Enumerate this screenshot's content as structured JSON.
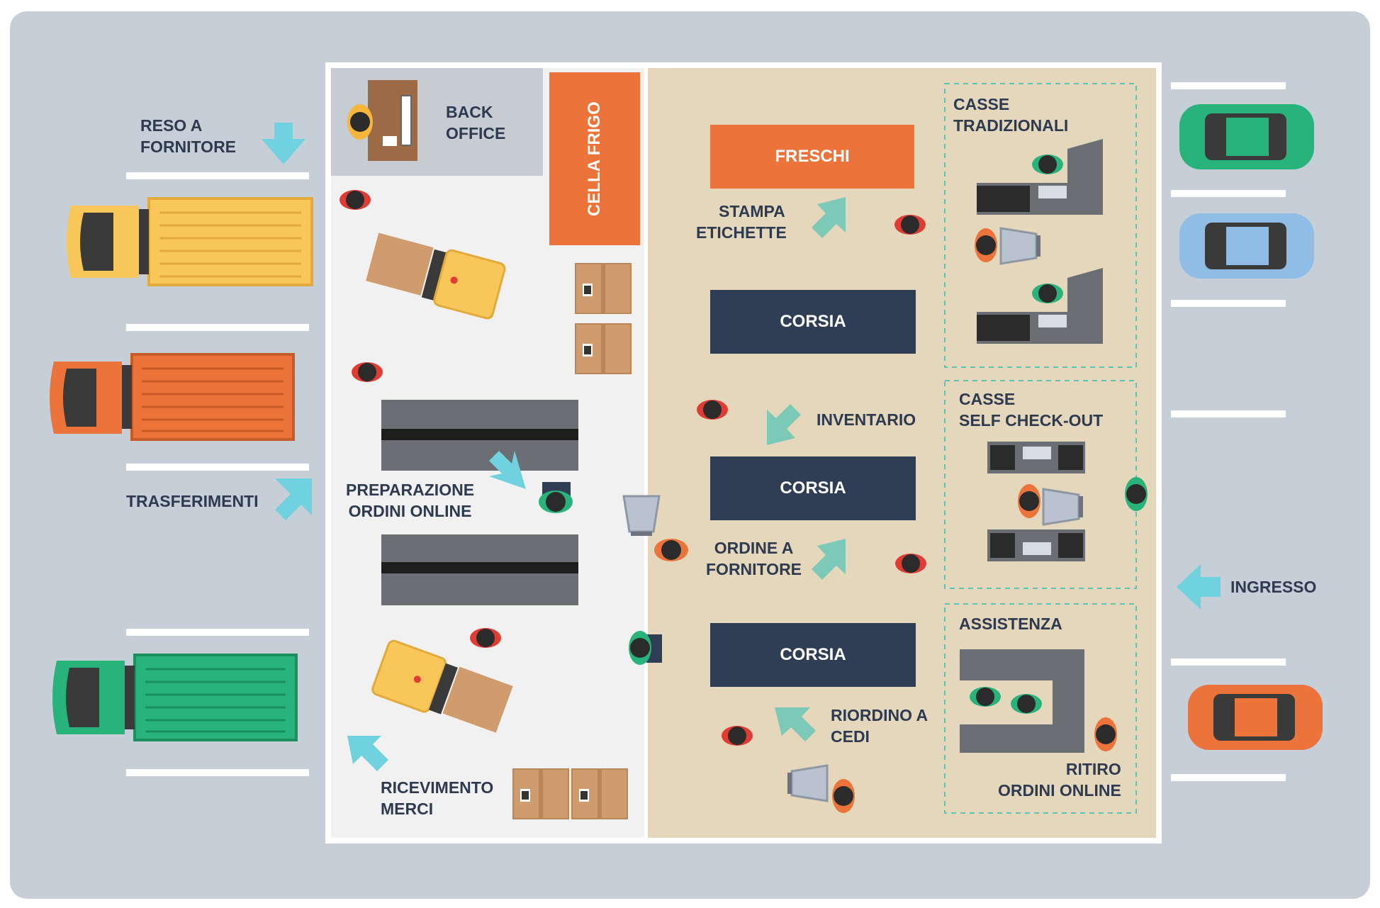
{
  "colors": {
    "background_frame": "#c6ced7",
    "store_back": "#f1f1f2",
    "back_office": "#c7ccd3",
    "sales_floor": "#e4d7bc",
    "frigo": "#ec743a",
    "freschi": "#ec743a",
    "corsia": "#2f3d55",
    "arrow": "#7cc9b8",
    "arrow_light": "#6fd2de",
    "label": "#2d3a50",
    "truck_yellow": "#f9c659",
    "truck_orange": "#ec743a",
    "truck_green": "#27b37a",
    "car_blue": "#8fbde6",
    "dashed_border": "#5cc5ba"
  },
  "labels": {
    "reso_a_fornitore": [
      "RESO A",
      "FORNITORE"
    ],
    "trasferimenti": "TRASFERIMENTI",
    "back_office": [
      "BACK",
      "OFFICE"
    ],
    "cella_frigo": "CELLA FRIGO",
    "preparazione_ordini_online": [
      "PREPARAZIONE",
      "ORDINI ONLINE"
    ],
    "ricevimento_merci": [
      "RICEVIMENTO",
      "MERCI"
    ],
    "freschi": "FRESCHI",
    "stampa_etichette": [
      "STAMPA",
      "ETICHETTE"
    ],
    "corsia_1": "CORSIA",
    "corsia_2": "CORSIA",
    "corsia_3": "CORSIA",
    "inventario": "INVENTARIO",
    "ordine_a_fornitore": [
      "ORDINE A",
      "FORNITORE"
    ],
    "riordino_a_cedi": [
      "RIORDINO A",
      "CEDI"
    ],
    "casse_tradizionali": [
      "CASSE",
      "TRADIZIONALI"
    ],
    "casse_self_checkout": [
      "CASSE",
      "SELF CHECK-OUT"
    ],
    "assistenza": "ASSISTENZA",
    "ritiro_ordini_online": [
      "RITIRO",
      "ORDINI ONLINE"
    ],
    "ingresso": "INGRESSO"
  },
  "icons": [
    "truck-icon",
    "car-icon",
    "forklift-icon",
    "box-icon",
    "worker-icon",
    "handheld-scanner-icon",
    "shopping-cart-icon",
    "checkout-counter-icon",
    "desk-computer-icon",
    "arrow-icon"
  ]
}
